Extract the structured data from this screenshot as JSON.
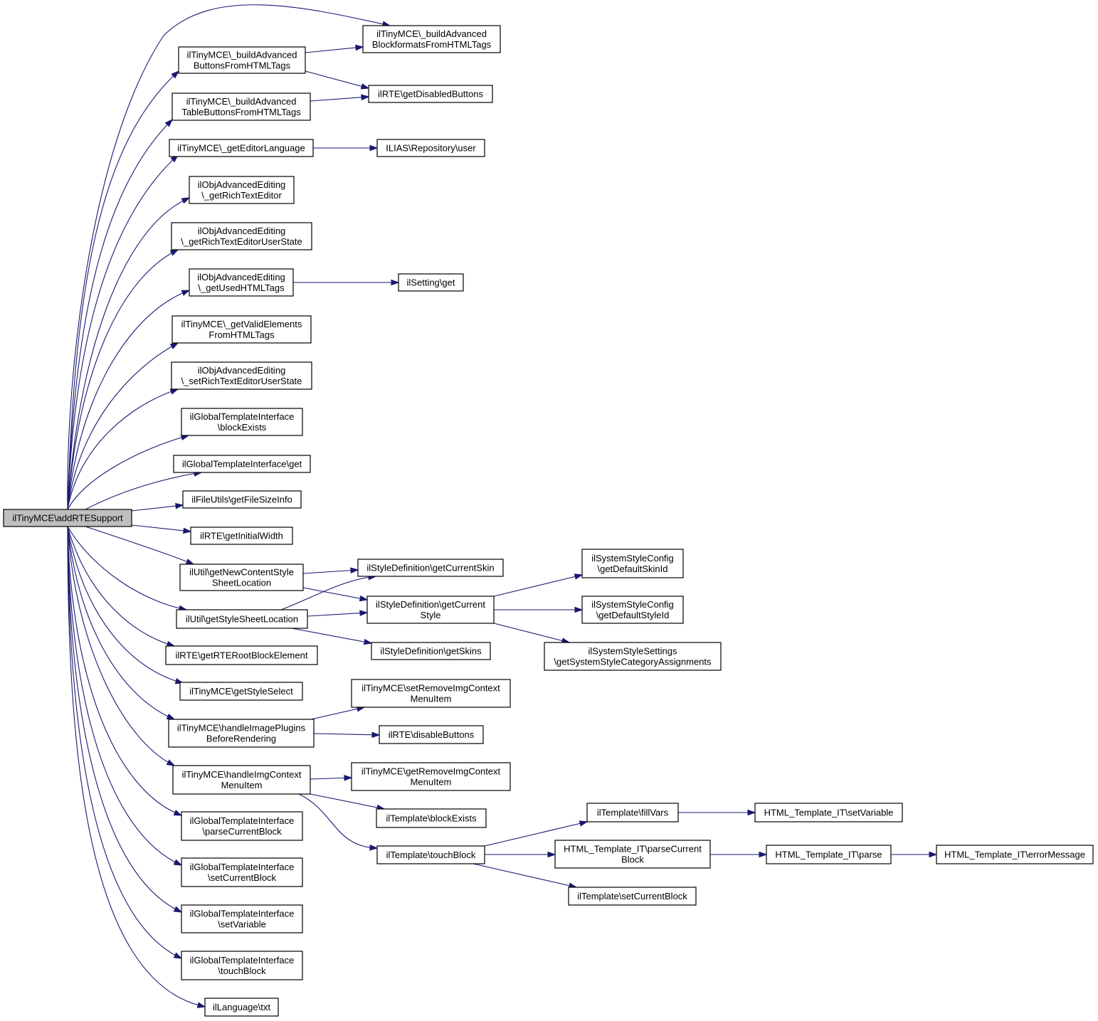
{
  "colors": {
    "edge": "#191970",
    "root_fill": "#bfbfbf",
    "node_fill": "#ffffff",
    "node_border": "#000000"
  },
  "nodes": {
    "root": [
      "ilTinyMCE\\addRTESupport"
    ],
    "buildAdvBlockformats": [
      "ilTinyMCE\\_buildAdvanced",
      "BlockformatsFromHTMLTags"
    ],
    "buildAdvButtons": [
      "ilTinyMCE\\_buildAdvanced",
      "ButtonsFromHTMLTags"
    ],
    "getDisabledButtons": [
      "ilRTE\\getDisabledButtons"
    ],
    "buildAdvTableButtons": [
      "ilTinyMCE\\_buildAdvanced",
      "TableButtonsFromHTMLTags"
    ],
    "getEditorLanguage": [
      "ilTinyMCE\\_getEditorLanguage"
    ],
    "repositoryUser": [
      "ILIAS\\Repository\\user"
    ],
    "getRichTextEditor": [
      "ilObjAdvancedEditing",
      "\\_getRichTextEditor"
    ],
    "getRichTextEditorUserState": [
      "ilObjAdvancedEditing",
      "\\_getRichTextEditorUserState"
    ],
    "getUsedHTMLTags": [
      "ilObjAdvancedEditing",
      "\\_getUsedHTMLTags"
    ],
    "settingGet": [
      "ilSetting\\get"
    ],
    "getValidElements": [
      "ilTinyMCE\\_getValidElements",
      "FromHTMLTags"
    ],
    "setRichTextEditorUserState": [
      "ilObjAdvancedEditing",
      "\\_setRichTextEditorUserState"
    ],
    "gtiBlockExists": [
      "ilGlobalTemplateInterface",
      "\\blockExists"
    ],
    "gtiGet": [
      "ilGlobalTemplateInterface\\get"
    ],
    "getFileSizeInfo": [
      "ilFileUtils\\getFileSizeInfo"
    ],
    "getInitialWidth": [
      "ilRTE\\getInitialWidth"
    ],
    "getNewContentStyle": [
      "ilUtil\\getNewContentStyle",
      "SheetLocation"
    ],
    "getCurrentSkin": [
      "ilStyleDefinition\\getCurrentSkin"
    ],
    "getCurrentStyle": [
      "ilStyleDefinition\\getCurrent",
      "Style"
    ],
    "getDefaultSkinId": [
      "ilSystemStyleConfig",
      "\\getDefaultSkinId"
    ],
    "getDefaultStyleId": [
      "ilSystemStyleConfig",
      "\\getDefaultStyleId"
    ],
    "getSystemStyleCat": [
      "ilSystemStyleSettings",
      "\\getSystemStyleCategoryAssignments"
    ],
    "getStyleSheetLocation": [
      "ilUtil\\getStyleSheetLocation"
    ],
    "getSkins": [
      "ilStyleDefinition\\getSkins"
    ],
    "getRTERootBlock": [
      "ilRTE\\getRTERootBlockElement"
    ],
    "getStyleSelect": [
      "ilTinyMCE\\getStyleSelect"
    ],
    "setRemoveImgCtx": [
      "ilTinyMCE\\setRemoveImgContext",
      "MenuItem"
    ],
    "handleImagePlugins": [
      "ilTinyMCE\\handleImagePlugins",
      "BeforeRendering"
    ],
    "disableButtons": [
      "ilRTE\\disableButtons"
    ],
    "handleImgContext": [
      "ilTinyMCE\\handleImgContext",
      "MenuItem"
    ],
    "getRemoveImgCtx": [
      "ilTinyMCE\\getRemoveImgContext",
      "MenuItem"
    ],
    "tplBlockExists": [
      "ilTemplate\\blockExists"
    ],
    "fillVars": [
      "ilTemplate\\fillVars"
    ],
    "htmlSetVariable": [
      "HTML_Template_IT\\setVariable"
    ],
    "tplTouchBlock": [
      "ilTemplate\\touchBlock"
    ],
    "htmlParseCurrent": [
      "HTML_Template_IT\\parseCurrent",
      "Block"
    ],
    "htmlParse": [
      "HTML_Template_IT\\parse"
    ],
    "htmlErrorMessage": [
      "HTML_Template_IT\\errorMessage"
    ],
    "tplSetCurrentBlock": [
      "ilTemplate\\setCurrentBlock"
    ],
    "gtiParseCurrent": [
      "ilGlobalTemplateInterface",
      "\\parseCurrentBlock"
    ],
    "gtiSetCurrent": [
      "ilGlobalTemplateInterface",
      "\\setCurrentBlock"
    ],
    "gtiSetVariable": [
      "ilGlobalTemplateInterface",
      "\\setVariable"
    ],
    "gtiTouchBlock": [
      "ilGlobalTemplateInterface",
      "\\touchBlock"
    ],
    "languageTxt": [
      "ilLanguage\\txt"
    ]
  }
}
